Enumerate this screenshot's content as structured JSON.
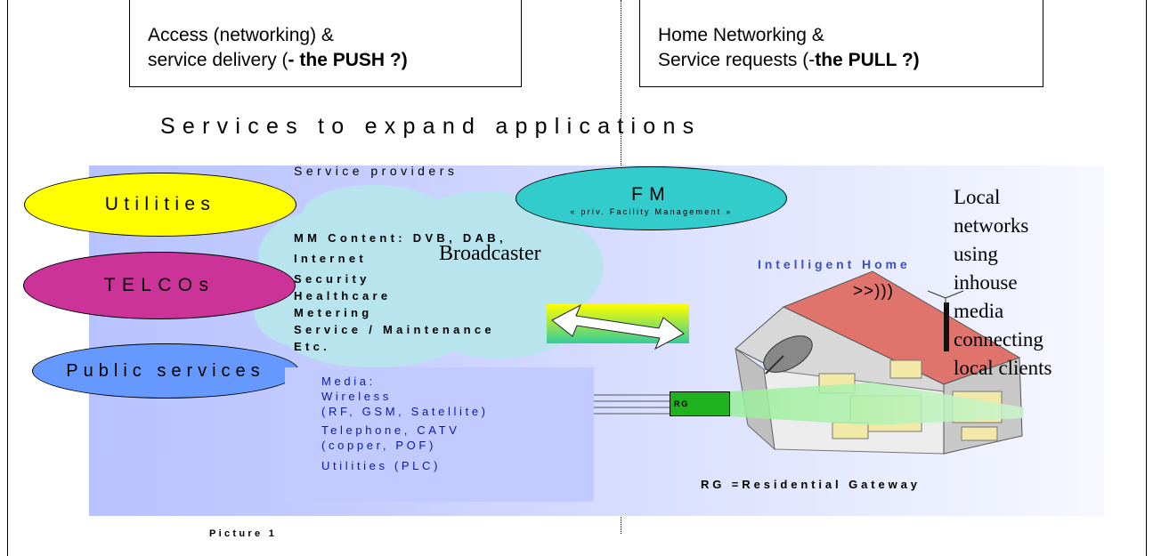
{
  "boxes": {
    "left": {
      "line1": "Access (networking) &",
      "line2_prefix": "service delivery (",
      "line2_bold": "- the PUSH ?)"
    },
    "right": {
      "line1": "Home Networking &",
      "line2_prefix": "Service requests (-",
      "line2_bold": "the PULL ?)"
    }
  },
  "heading": "Services to expand applications",
  "service_providers_label": "Service providers",
  "ellipses": {
    "utilities": "Utilities",
    "telcos": "TELCOs",
    "public_services": "Public services",
    "fm": "FM",
    "fm_sub": "« priv. Facility Management »"
  },
  "cloud": {
    "items": [
      "MM Content: DVB, DAB,",
      "Internet",
      "Security",
      "Healthcare",
      "Metering",
      "Service / Maintenance",
      "Etc."
    ],
    "broadcaster": "Broadcaster"
  },
  "media": {
    "lines": [
      "Media:",
      "Wireless",
      "(RF, GSM, Satellite)",
      "Telephone, CATV",
      "(copper, POF)",
      "Utilities (PLC)"
    ]
  },
  "rg_label": "RG",
  "rg_caption": "RG =Residential Gateway",
  "intelligent_home": "Intelligent Home",
  "signal_glyph": ">>)))",
  "local_networks": [
    "Local",
    "networks",
    "using",
    "inhouse",
    "media",
    "connecting",
    "local clients"
  ],
  "picture_caption": "Picture 1",
  "colors": {
    "utilities": "#ffff00",
    "telcos": "#cc3399",
    "public_services": "#6699ff",
    "fm": "#33cccc",
    "cloud": "#b8e4ee",
    "rg": "#1fb21f",
    "roof": "#e0736b"
  }
}
